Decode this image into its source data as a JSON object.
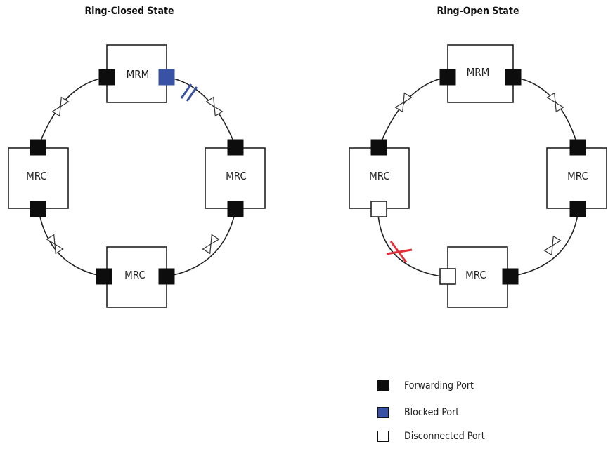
{
  "diagrams": [
    {
      "title": "Ring-Closed State",
      "nodes": [
        {
          "label": "MRM"
        },
        {
          "label": "MRC"
        },
        {
          "label": "MRC"
        },
        {
          "label": "MRC"
        }
      ]
    },
    {
      "title": "Ring-Open State",
      "nodes": [
        {
          "label": "MRM"
        },
        {
          "label": "MRC"
        },
        {
          "label": "MRC"
        },
        {
          "label": "MRC"
        }
      ]
    }
  ],
  "legend": {
    "items": [
      {
        "label": "Forwarding Port",
        "color": "#0d0d0d"
      },
      {
        "label": "Blocked Port",
        "color": "#3a52a4"
      },
      {
        "label": "Disconnected Port",
        "color": "#ffffff"
      }
    ]
  },
  "colors": {
    "forwarding": "#0d0d0d",
    "blocked": "#3a52a4",
    "blocked_mark": "#3a52a4",
    "break_mark": "#e0303a"
  }
}
